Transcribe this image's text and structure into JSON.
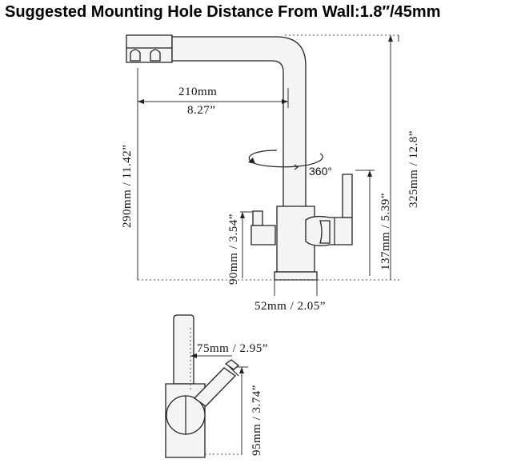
{
  "header": {
    "title": "Suggested Mounting Hole Distance From Wall:1.8″/45mm"
  },
  "dimensions": {
    "reach_mm": "210mm",
    "reach_in": "8.27”",
    "height_total": "290mm / 11.42”",
    "height_overall": "325mm / 12.8”",
    "rotation": "360°",
    "lever_height": "90mm / 3.54”",
    "filter_handle_height": "137mm / 5.39”",
    "base_diameter": "52mm / 2.05”",
    "side_offset": "75mm / 2.95”",
    "side_height": "95mm / 3.74”"
  }
}
